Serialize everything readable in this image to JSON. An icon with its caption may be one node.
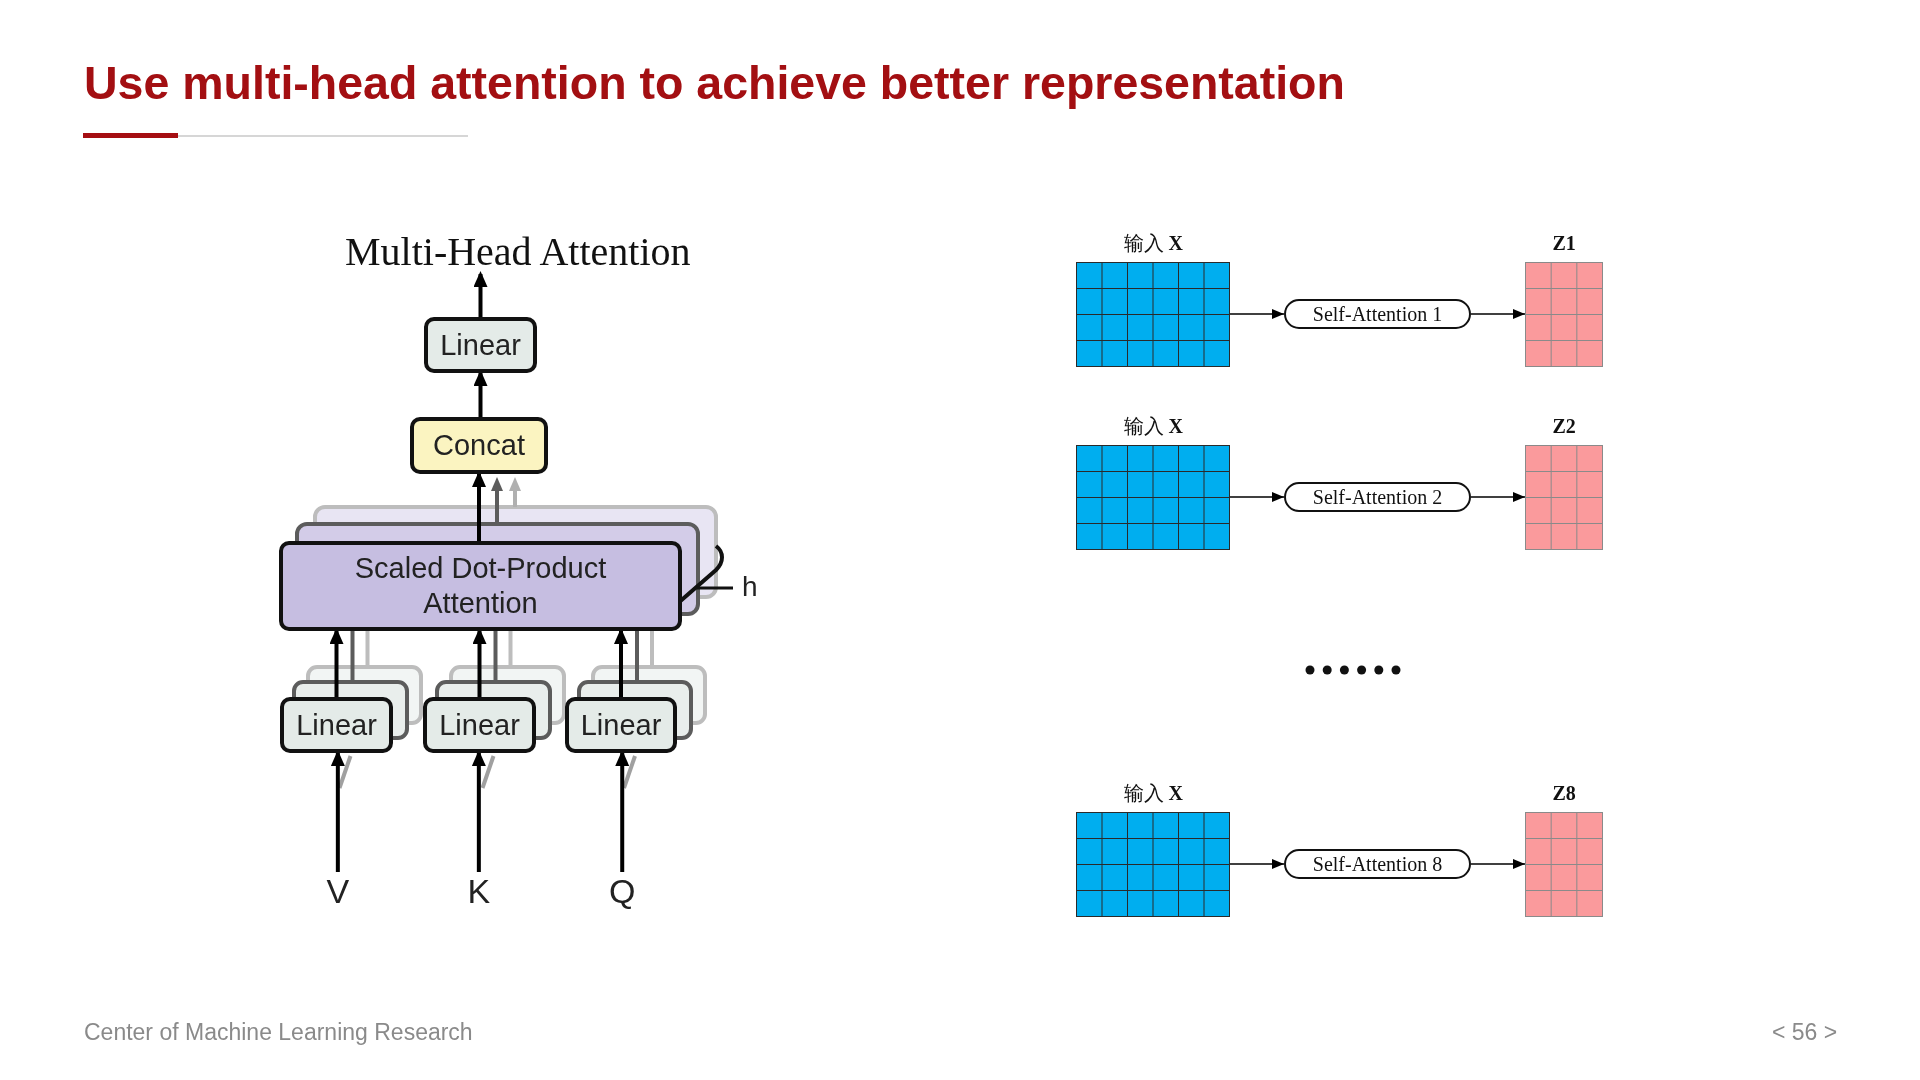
{
  "diagram": {
    "title": "Use multi-head attention to achieve better representation",
    "nodes": [
      {
        "text": [
          "Multi-Head Attention"
        ]
      },
      {
        "text": [
          "Linear"
        ]
      },
      {
        "text": [
          "Concat"
        ]
      },
      {
        "text": [
          "Scaled Dot-Product Attention"
        ]
      },
      {
        "text": [
          "Linear"
        ]
      },
      {
        "text": [
          "Linear"
        ]
      },
      {
        "text": [
          "Linear"
        ]
      },
      {
        "text": [
          "V"
        ]
      },
      {
        "text": [
          "K"
        ]
      },
      {
        "text": [
          "Q"
        ]
      },
      {
        "text": [
          "输入 **X**"
        ]
      },
      {
        "text": [
          "Self-Attention 1"
        ]
      },
      {
        "text": [
          "Z1"
        ]
      },
      {
        "text": [
          "输入 **X**"
        ]
      },
      {
        "text": [
          "Self-Attention 2"
        ]
      },
      {
        "text": [
          "Z2"
        ]
      },
      {
        "text": [
          "输入 **X**"
        ]
      },
      {
        "text": [
          "Self-Attention 8"
        ]
      },
      {
        "text": [
          "Z8"
        ]
      }
    ],
    "edges": [
      {
        "from": 1,
        "to": 0,
        "arrow": "to"
      },
      {
        "from": 2,
        "to": 1,
        "arrow": "to"
      },
      {
        "from": 3,
        "to": 2,
        "arrow": "to"
      },
      {
        "from": 4,
        "to": 3,
        "arrow": "to"
      },
      {
        "from": 5,
        "to": 3,
        "arrow": "to"
      },
      {
        "from": 6,
        "to": 3,
        "arrow": "to"
      },
      {
        "from": 7,
        "to": 4,
        "arrow": "to"
      },
      {
        "from": 8,
        "to": 5,
        "arrow": "to"
      },
      {
        "from": 9,
        "to": 6,
        "arrow": "to"
      },
      {
        "from": 10,
        "to": 11,
        "arrow": "to"
      },
      {
        "from": 11,
        "to": 12,
        "arrow": "to"
      },
      {
        "from": 13,
        "to": 14,
        "arrow": "to"
      },
      {
        "from": 14,
        "to": 15,
        "arrow": "to"
      },
      {
        "from": 16,
        "to": 17,
        "arrow": "to"
      },
      {
        "from": 17,
        "to": 18,
        "arrow": "to"
      }
    ],
    "labels": [
      "h",
      "Center of Machine Learning Research",
      "< 56 >"
    ]
  }
}
